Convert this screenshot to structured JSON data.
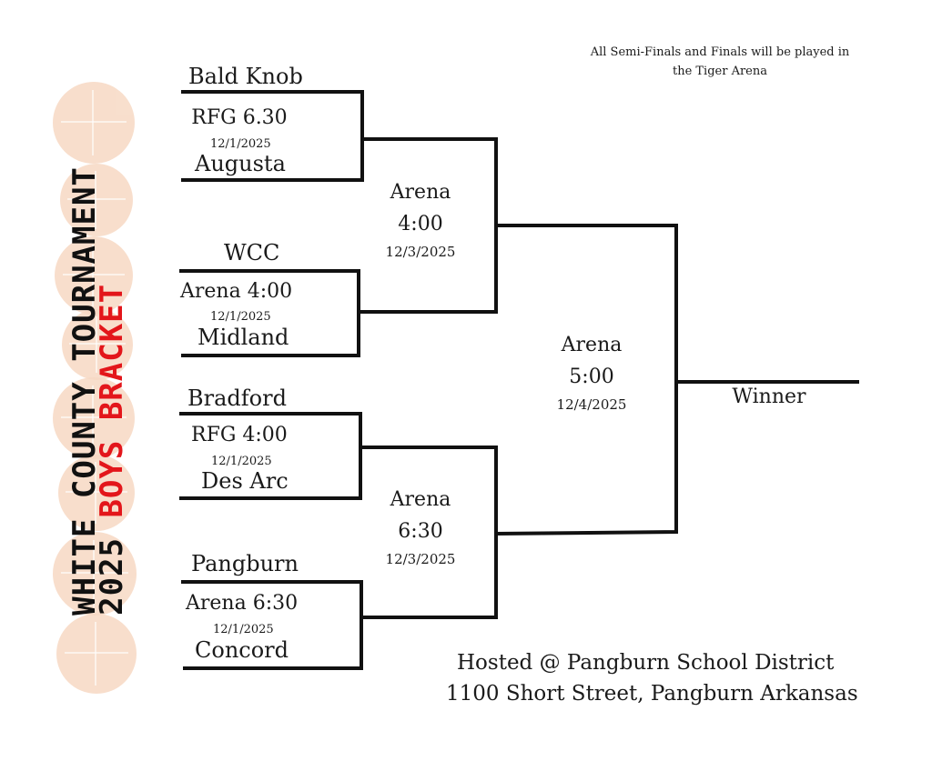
{
  "title": {
    "line1": "WHITE COUNTY TOURNAMENT",
    "line2_year": "2025 ",
    "line2_black": "BOYS",
    "line2_red": " BRACKET",
    "accent_color": "#e3161b"
  },
  "note": {
    "line1": "All Semi-Finals and Finals will be played in",
    "line2": "the Tiger Arena"
  },
  "first_round": [
    {
      "top_team": "Bald Knob",
      "venue_time": "RFG 6.30",
      "date": "12/1/2025",
      "bottom_team": "Augusta"
    },
    {
      "top_team": "WCC",
      "venue_time": "Arena 4:00",
      "date": "12/1/2025",
      "bottom_team": "Midland"
    },
    {
      "top_team": "Bradford",
      "venue_time": "RFG 4:00",
      "date": "12/1/2025",
      "bottom_team": "Des Arc"
    },
    {
      "top_team": "Pangburn",
      "venue_time": "Arena 6:30",
      "date": "12/1/2025",
      "bottom_team": "Concord"
    }
  ],
  "semi_finals": [
    {
      "venue": "Arena",
      "time": "4:00",
      "date": "12/3/2025"
    },
    {
      "venue": "Arena",
      "time": "6:30",
      "date": "12/3/2025"
    }
  ],
  "final": {
    "venue": "Arena",
    "time": "5:00",
    "date": "12/4/2025"
  },
  "winner_label": "Winner",
  "host": {
    "line1": "Hosted @ Pangburn School District",
    "line2": "1100 Short Street, Pangburn Arkansas"
  }
}
